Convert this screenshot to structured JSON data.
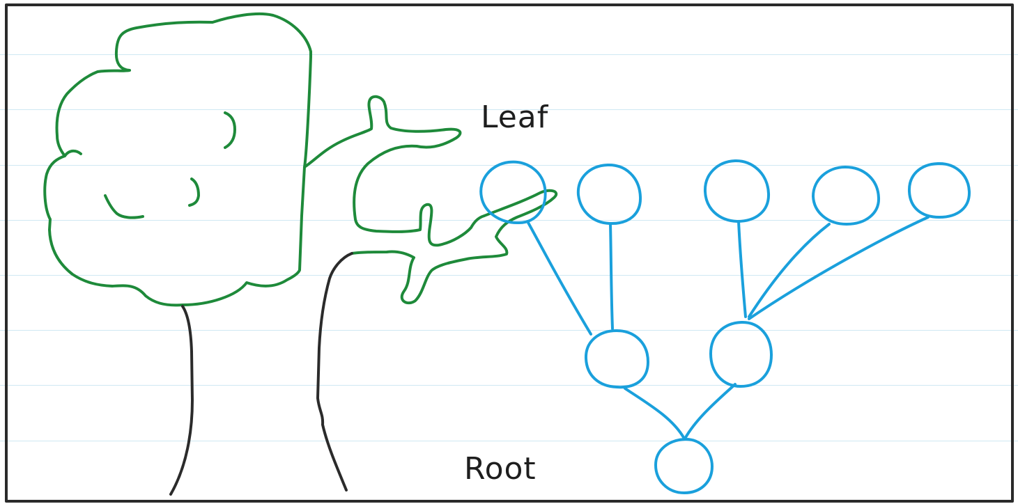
{
  "labels": {
    "leaf": "Leaf",
    "root": "Root"
  },
  "colors": {
    "tree_canopy": "#1e8a3a",
    "tree_trunk": "#2b2b2b",
    "graph": "#1aa0dc",
    "frame": "#2a2a2a",
    "ruled_lines": "#cfe8f3",
    "text": "#1e1e1e"
  },
  "graph": {
    "nodes": [
      {
        "id": "leaf-1"
      },
      {
        "id": "leaf-2"
      },
      {
        "id": "leaf-3"
      },
      {
        "id": "leaf-4"
      },
      {
        "id": "leaf-5"
      },
      {
        "id": "internal-left"
      },
      {
        "id": "internal-right"
      },
      {
        "id": "root"
      }
    ],
    "edges": [
      [
        "leaf-1",
        "internal-left"
      ],
      [
        "leaf-2",
        "internal-left"
      ],
      [
        "leaf-3",
        "internal-right"
      ],
      [
        "leaf-4",
        "internal-right"
      ],
      [
        "leaf-5",
        "internal-right"
      ],
      [
        "internal-left",
        "root"
      ],
      [
        "internal-right",
        "root"
      ]
    ]
  }
}
